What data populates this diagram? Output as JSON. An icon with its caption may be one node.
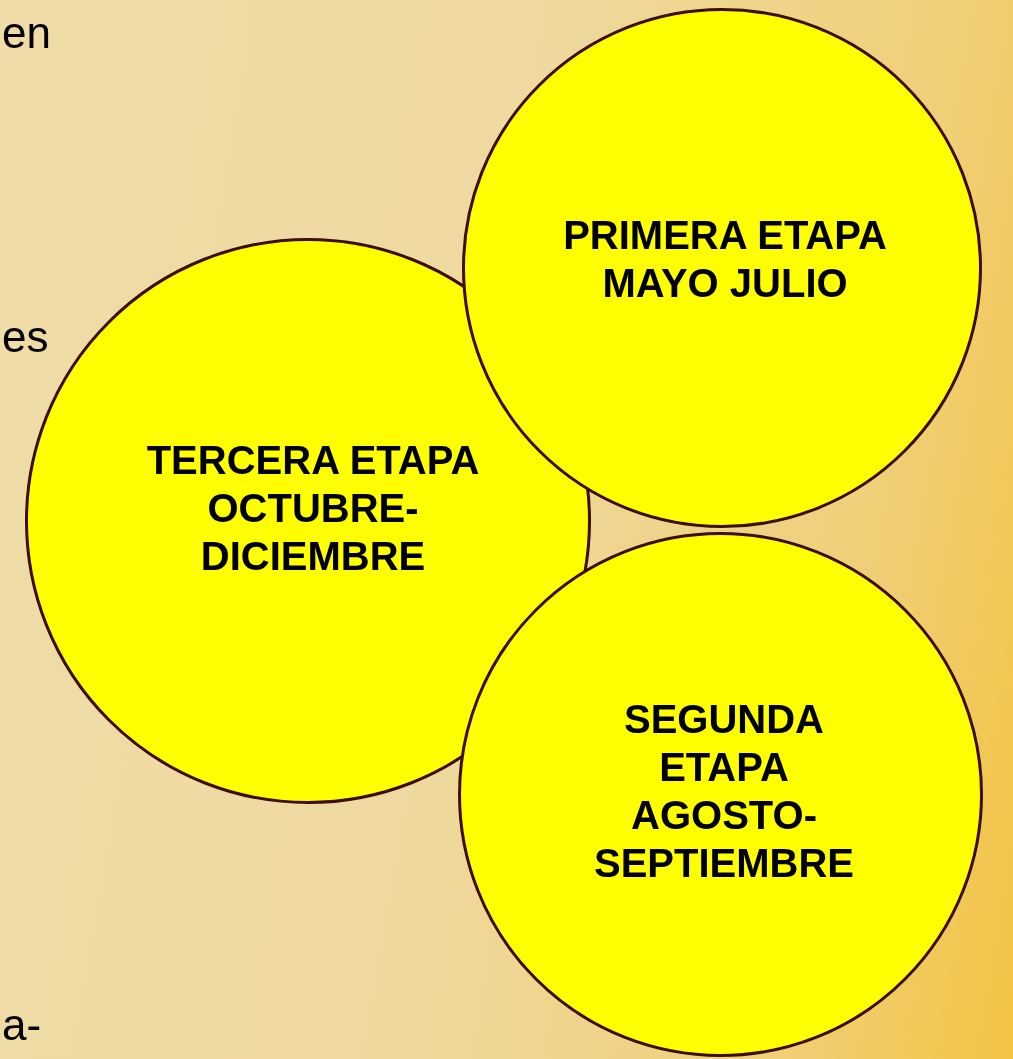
{
  "diagram": {
    "nodes": [
      {
        "text": [
          "PRIMERA ETAPA MAYO JULIO"
        ]
      },
      {
        "text": [
          "TERCERA ETAPA OCTUBRE- DICIEMBRE"
        ]
      },
      {
        "text": [
          "SEGUNDA ETAPA AGOSTO- SEPTIEMBRE"
        ]
      }
    ],
    "labels": [
      "en",
      "es",
      "a-"
    ]
  }
}
